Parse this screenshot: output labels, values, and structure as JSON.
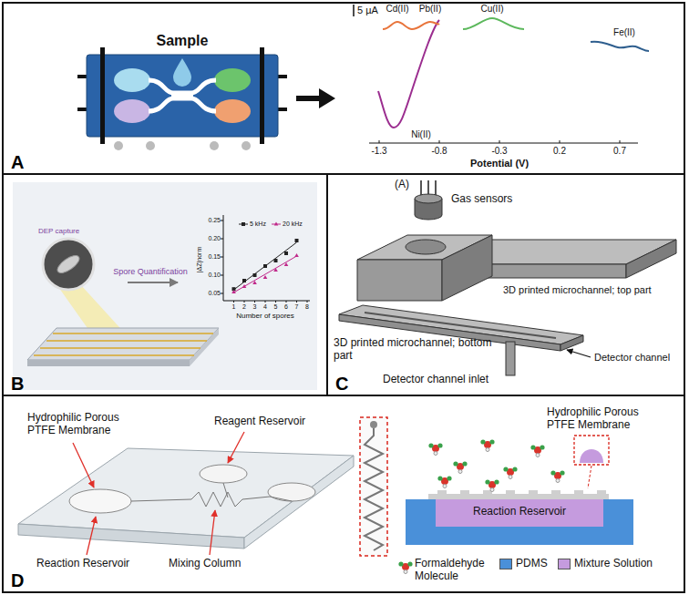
{
  "diagram": {
    "nodes": [
      {
        "text": [
          "A"
        ]
      },
      {
        "text": [
          "B"
        ]
      },
      {
        "text": [
          "C"
        ]
      },
      {
        "text": [
          "D"
        ]
      }
    ],
    "labels": [
      "Sample",
      "5 µA",
      "Cd(II)",
      "Pb(II)",
      "Cu(II)",
      "Fe(II)",
      "Ni(II)",
      "-1.3",
      "-0.8",
      "-0.3",
      "0.2",
      "0.7",
      "Potential (V)",
      "DEP capture",
      "Spore Quantification",
      "0.05",
      "0.10",
      "0.15",
      "0.20",
      "0.25",
      "1",
      "2",
      "3",
      "4",
      "5",
      "6",
      "7",
      "8",
      "|ΔZ|norm",
      "Number of spores",
      "(A)",
      "Gas sensors",
      "3D printed microchannel; top part",
      "3D printed microchannel; bottom part",
      "Detector channel",
      "Detector channel inlet",
      "Hydrophilic Porous PTFE Membrane",
      "Reagent Reservoir",
      "Reaction Reservoir",
      "Mixing Column",
      "Hydrophilic Porous PTFE Membrane",
      "Reaction Reservoir"
    ],
    "legend": [
      {
        "text": "5 kHz"
      },
      {
        "text": "20 kHz"
      },
      {
        "text": "Formaldehyde Molecule"
      },
      {
        "text": "PDMS",
        "color": "#4a90d9"
      },
      {
        "text": "Mixture Solution",
        "color": "#c59bde"
      }
    ]
  }
}
